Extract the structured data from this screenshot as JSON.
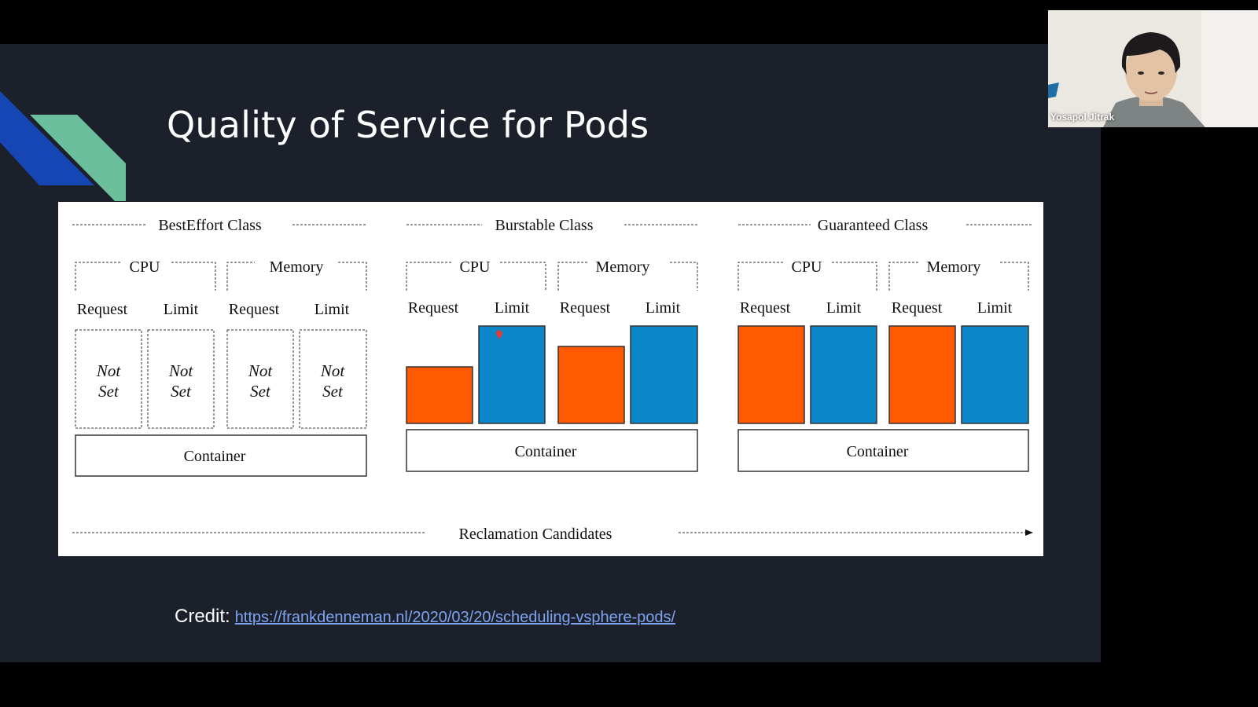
{
  "slide": {
    "title": "Quality of Service for Pods",
    "credit_label": "Credit:",
    "credit_link": "https://frankdenneman.nl/2020/03/20/scheduling-vsphere-pods/"
  },
  "diagram": {
    "classes": [
      {
        "name": "BestEffort Class",
        "groups": [
          "CPU",
          "Memory"
        ],
        "columns": [
          "Request",
          "Limit",
          "Request",
          "Limit"
        ],
        "values": [
          "Not Set",
          "Not Set",
          "Not Set",
          "Not Set"
        ],
        "container": "Container"
      },
      {
        "name": "Burstable Class",
        "groups": [
          "CPU",
          "Memory"
        ],
        "columns": [
          "Request",
          "Limit",
          "Request",
          "Limit"
        ],
        "container": "Container"
      },
      {
        "name": "Guaranteed Class",
        "groups": [
          "CPU",
          "Memory"
        ],
        "columns": [
          "Request",
          "Limit",
          "Request",
          "Limit"
        ],
        "container": "Container"
      }
    ],
    "footer": "Reclamation Candidates",
    "colors": {
      "request": "#ff5a00",
      "limit": "#0a86c9"
    }
  },
  "video": {
    "name": "Yosapol Jitrak"
  }
}
